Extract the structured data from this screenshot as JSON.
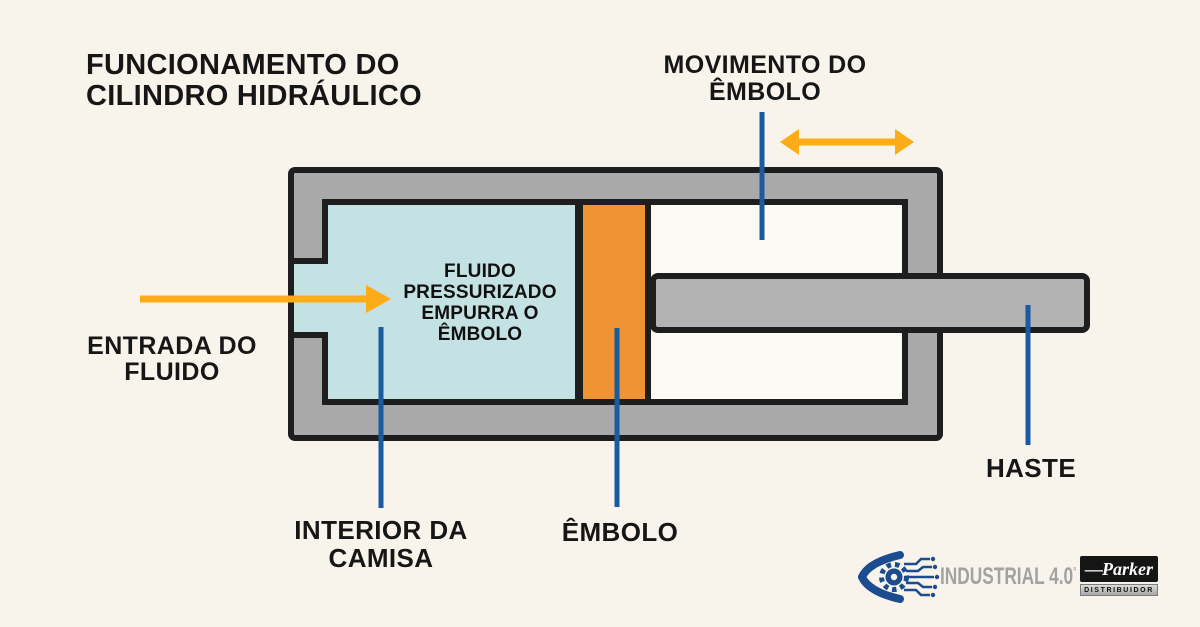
{
  "title": "FUNCIONAMENTO DO\nCILINDRO HIDRÁULICO",
  "labels": {
    "movimento": "MOVIMENTO DO\nÊMBOLO",
    "entrada": "ENTRADA DO\nFLUIDO",
    "fluido": "FLUIDO\nPRESSURIZADO\nEMPURRA O\nÊMBOLO",
    "interior": "INTERIOR DA\nCAMISA",
    "embolo": "ÊMBOLO",
    "haste": "HASTE"
  },
  "logos": {
    "industrial": {
      "name": "INDUSTRIAL 4.0",
      "mark": "°"
    },
    "parker": {
      "dash": "—",
      "name": "Parker",
      "subtitle": "DISTRIBUIDOR"
    }
  },
  "colors": {
    "background": "#f8f4eb",
    "outline": "#1e1e1e",
    "text_dark": "#161616",
    "body_gray": "#a9a9a9",
    "rod_gray": "#b3b3b3",
    "chamber_white": "#fcfaf3",
    "fluid_blue": "#c4e1e3",
    "piston_orange": "#ef9433",
    "arrow_amber": "#fbac18",
    "pointer_blue": "#1a5a9e",
    "logo_blue": "#1c4c90",
    "logo_text_gray": "#a2a2a2",
    "parker_black": "#151515",
    "parker_silver": "#dcdcdc"
  }
}
